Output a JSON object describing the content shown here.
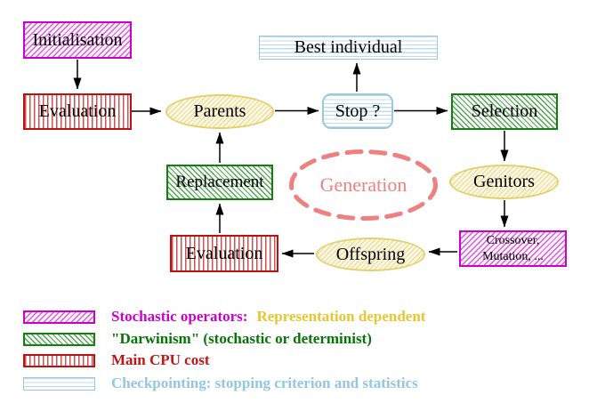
{
  "diagram": {
    "nodes": {
      "initialisation": "Initialisation",
      "evaluation_top": "Evaluation",
      "parents": "Parents",
      "best_individual": "Best individual",
      "stop": "Stop ?",
      "selection": "Selection",
      "genitors": "Genitors",
      "crossover_line1": "Crossover,",
      "crossover_line2": "Mutation, ...",
      "offspring": "Offspring",
      "evaluation_bottom": "Evaluation",
      "replacement": "Replacement",
      "generation": "Generation"
    }
  },
  "legend": {
    "stochastic_label": "Stochastic operators:",
    "stochastic_suffix": "Representation dependent",
    "darwinism_label": "\"Darwinism\" (stochastic or determinist)",
    "cpu_label": "Main CPU cost",
    "checkpointing_label": "Checkpointing: stopping criterion and statistics"
  },
  "colors": {
    "magenta": "#cc00cc",
    "green": "#108010",
    "red": "#bb1111",
    "cyan_border": "#9cc7dc",
    "cyan_text": "#94c6e2",
    "gold": "#e9c52e",
    "yellow_border": "#e4d06c",
    "salmon": "#ef8080",
    "arrow": "#000000"
  }
}
